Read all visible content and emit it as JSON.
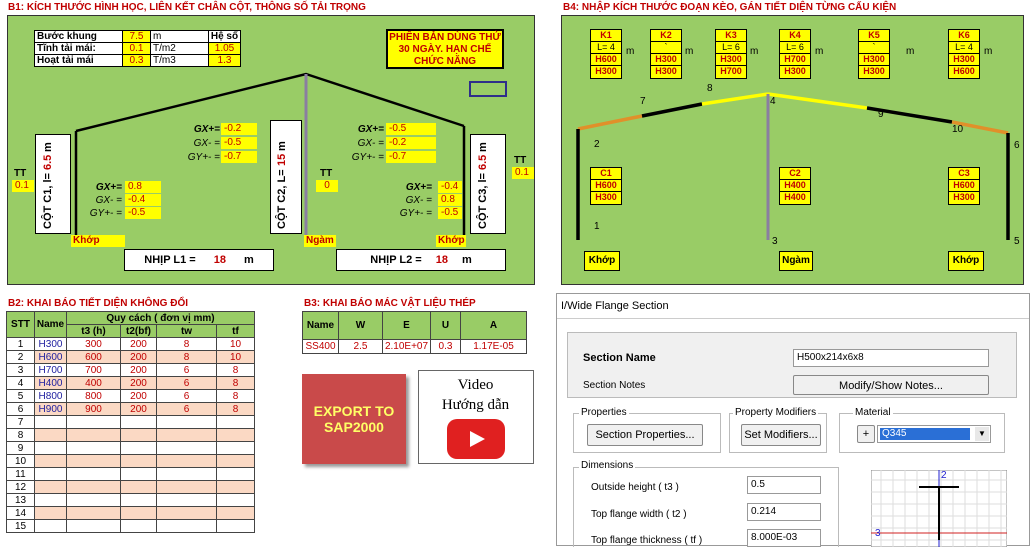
{
  "b1": {
    "title": "B1: KÍCH THƯỚC HÌNH HỌC, LIÊN KẾT CHÂN CỘT, THÔNG SỐ TẢI TRỌNG",
    "params": {
      "header_coef": "Hệ số",
      "rows": [
        {
          "name": "Bước khung",
          "val": "7.5",
          "unit": "m",
          "coef": ""
        },
        {
          "name": "Tĩnh tải mái:",
          "val": "0.1",
          "unit": "T/m2",
          "coef": "1.05"
        },
        {
          "name": "Hoạt tải mái",
          "val": "0.3",
          "unit": "T/m3",
          "coef": "1.3"
        }
      ]
    },
    "warning": "PHIÊN BẢN DÙNG THỬ 30 NGÀY. HẠN CHẾ CHỨC NĂNG",
    "wind": {
      "gxp": "GX+=",
      "gxm": "GX- =",
      "gyp": "GY+- =",
      "mid_left": [
        "-0.2",
        "-0.5",
        "-0.7"
      ],
      "mid_right": [
        "-0.5",
        "-0.2",
        "-0.7"
      ],
      "low_left": [
        "0.8",
        "-0.4",
        "-0.5"
      ],
      "low_right": [
        "-0.4",
        "0.8",
        "-0.5"
      ]
    },
    "tt": "TT",
    "tt_left": "0.1",
    "tt_mid": "0",
    "tt_right": "0.1",
    "col1": "CỘT C1, l=",
    "col1_val": "6.5",
    "col1_unit": "m",
    "col2": "CỘT C2, L=",
    "col2_val": "15",
    "col2_unit": "m",
    "col3": "CỘT C3, l=",
    "col3_val": "6.5",
    "col3_unit": "m",
    "khop_left": "Khớp",
    "ngam": "Ngàm",
    "khop_right": "Khớp",
    "span1_label": "NHỊP L1 =",
    "span1_val": "18",
    "span1_unit": "m",
    "span2_label": "NHỊP L2 =",
    "span2_val": "18",
    "span2_unit": "m"
  },
  "b4": {
    "title": "B4: NHẬP KÍCH THƯỚC ĐOẠN KÈO, GÁN TIẾT DIỆN TỪNG CẤU KIỆN",
    "members": [
      {
        "name": "K1",
        "len": "L= 4",
        "unit": "m",
        "s1": "H600",
        "s2": "H300"
      },
      {
        "name": "K2",
        "len": "`",
        "unit": "m",
        "s1": "H300",
        "s2": "H300"
      },
      {
        "name": "K3",
        "len": "L= 6",
        "unit": "m",
        "s1": "H300",
        "s2": "H700"
      },
      {
        "name": "K4",
        "len": "L= 6",
        "unit": "m",
        "s1": "H700",
        "s2": "H300"
      },
      {
        "name": "K5",
        "len": "`",
        "unit": "m",
        "s1": "H300",
        "s2": "H300"
      },
      {
        "name": "K6",
        "len": "L= 4",
        "unit": "m",
        "s1": "H300",
        "s2": "H600"
      }
    ],
    "cols": [
      {
        "name": "C1",
        "s1": "H600",
        "s2": "H300"
      },
      {
        "name": "C2",
        "s1": "H400",
        "s2": "H400"
      },
      {
        "name": "C3",
        "s1": "H600",
        "s2": "H300"
      }
    ],
    "nodes": [
      "1",
      "2",
      "7",
      "8",
      "4",
      "9",
      "10",
      "6",
      "3",
      "5"
    ],
    "khop_left": "Khớp",
    "ngam": "Ngàm",
    "khop_right": "Khớp"
  },
  "b2": {
    "title": "B2: KHAI BÁO TIẾT DIỆN KHÔNG ĐỔI",
    "headers": {
      "stt": "STT",
      "name": "Name",
      "spec": "Quy cách ( đơn vị mm)",
      "t3": "t3 (h)",
      "t2": "t2(bf)",
      "tw": "tw",
      "tf": "tf"
    },
    "rows": [
      [
        "1",
        "H300",
        "300",
        "200",
        "8",
        "10"
      ],
      [
        "2",
        "H600",
        "600",
        "200",
        "8",
        "10"
      ],
      [
        "3",
        "H700",
        "700",
        "200",
        "6",
        "8"
      ],
      [
        "4",
        "H400",
        "400",
        "200",
        "6",
        "8"
      ],
      [
        "5",
        "H800",
        "800",
        "200",
        "6",
        "8"
      ],
      [
        "6",
        "H900",
        "900",
        "200",
        "6",
        "8"
      ],
      [
        "7",
        "",
        "",
        "",
        "",
        ""
      ],
      [
        "8",
        "",
        "",
        "",
        "",
        ""
      ],
      [
        "9",
        "",
        "",
        "",
        "",
        ""
      ],
      [
        "10",
        "",
        "",
        "",
        "",
        ""
      ],
      [
        "11",
        "",
        "",
        "",
        "",
        ""
      ],
      [
        "12",
        "",
        "",
        "",
        "",
        ""
      ],
      [
        "13",
        "",
        "",
        "",
        "",
        ""
      ],
      [
        "14",
        "",
        "",
        "",
        "",
        ""
      ],
      [
        "15",
        "",
        "",
        "",
        "",
        ""
      ]
    ]
  },
  "b3": {
    "title": "B3: KHAI BÁO MÁC VẬT LIỆU THÉP",
    "headers": [
      "Name",
      "W",
      "E",
      "U",
      "A"
    ],
    "row": [
      "SS400",
      "2.5",
      "2.10E+07",
      "0.3",
      "1.17E-05"
    ]
  },
  "export_button": "EXPORT TO SAP2000",
  "video": {
    "line1": "Video",
    "line2": "Hướng dẫn"
  },
  "dialog": {
    "title": "I/Wide Flange Section",
    "section_name_label": "Section Name",
    "section_name": "H500x214x6x8",
    "notes_label": "Section Notes",
    "notes_button": "Modify/Show Notes...",
    "properties_label": "Properties",
    "properties_button": "Section Properties...",
    "modifiers_label": "Property Modifiers",
    "modifiers_button": "Set Modifiers...",
    "material_label": "Material",
    "material_value": "Q345",
    "plus": "+",
    "dimensions_label": "Dimensions",
    "dims": [
      {
        "label": "Outside height  ( t3 )",
        "value": "0.5"
      },
      {
        "label": "Top flange width  ( t2 )",
        "value": "0.214"
      },
      {
        "label": "Top flange thickness  ( tf )",
        "value": "8.000E-03"
      }
    ],
    "axis2": "2",
    "axis3": "3"
  }
}
